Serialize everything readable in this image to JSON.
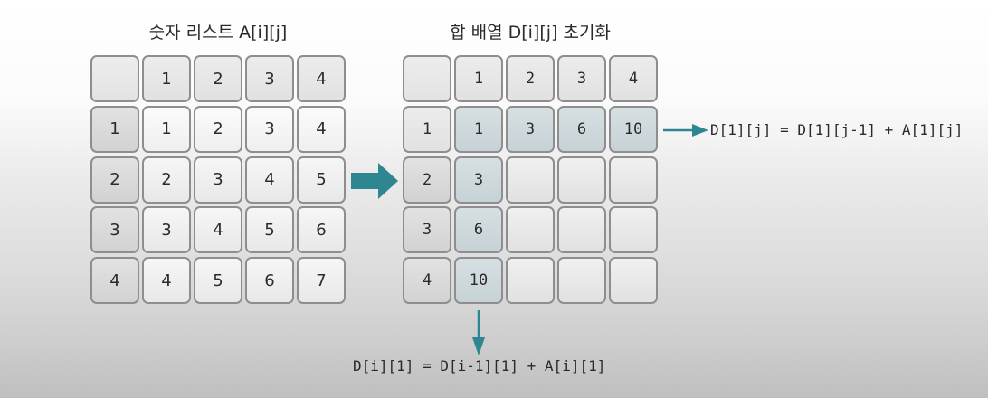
{
  "left_panel": {
    "title": "숫자 리스트 A[i][j]",
    "header_row": [
      "",
      "1",
      "2",
      "3",
      "4"
    ],
    "rows": [
      [
        "1",
        "1",
        "2",
        "3",
        "4"
      ],
      [
        "2",
        "2",
        "3",
        "4",
        "5"
      ],
      [
        "3",
        "3",
        "4",
        "5",
        "6"
      ],
      [
        "4",
        "4",
        "5",
        "6",
        "7"
      ]
    ]
  },
  "transform_arrow": {
    "icon": "right-block-arrow-icon",
    "color": "#2e8790"
  },
  "right_panel": {
    "title": "합 배열 D[i][j] 초기화",
    "header_row": [
      "",
      "1",
      "2",
      "3",
      "4"
    ],
    "rows": [
      [
        "1",
        "1",
        "3",
        "6",
        "10"
      ],
      [
        "2",
        "3",
        "",
        "",
        ""
      ],
      [
        "3",
        "6",
        "",
        "",
        ""
      ],
      [
        "4",
        "10",
        "",
        "",
        ""
      ]
    ],
    "highlight_color": "#cbd6da"
  },
  "annotations": {
    "row_formula": "D[1][j] = D[1][j-1] + A[1][j]",
    "column_formula": "D[i][1] = D[i-1][1] + A[i][1]",
    "arrow_color": "#2e8790"
  }
}
